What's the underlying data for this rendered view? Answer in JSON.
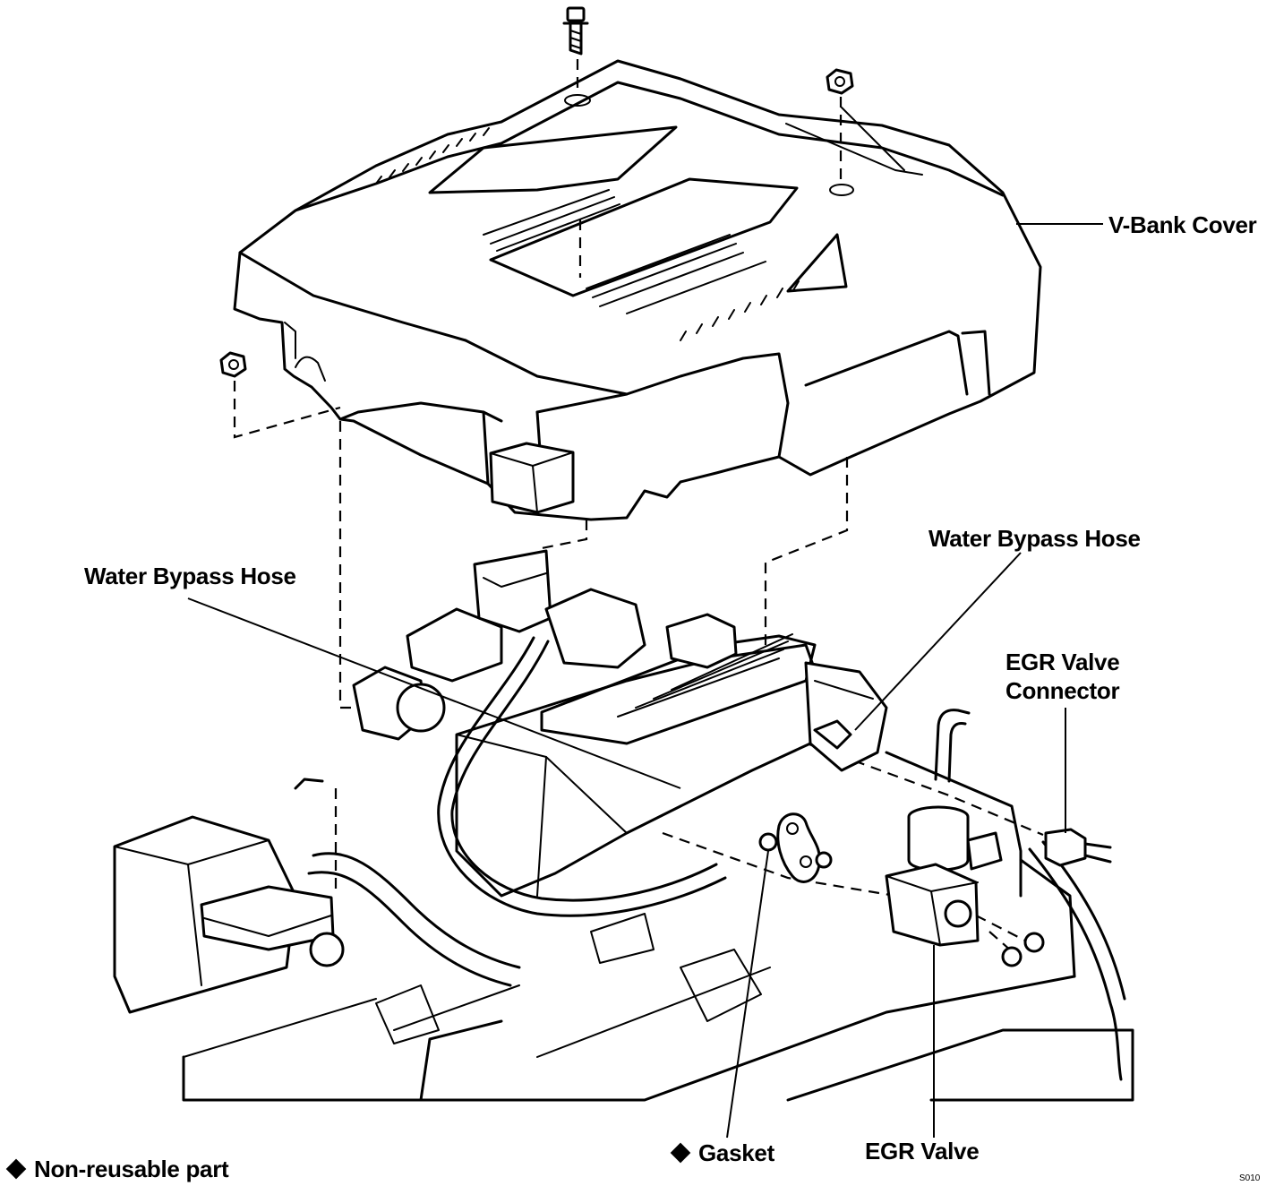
{
  "labels": {
    "v_bank_cover": "V-Bank Cover",
    "water_bypass_hose_left": "Water Bypass Hose",
    "water_bypass_hose_right": "Water Bypass Hose",
    "egr_valve_connector_line1": "EGR Valve",
    "egr_valve_connector_line2": "Connector",
    "gasket": "Gasket",
    "egr_valve": "EGR Valve"
  },
  "legend": {
    "non_reusable": "Non-reusable part"
  },
  "figure_code": "S010"
}
